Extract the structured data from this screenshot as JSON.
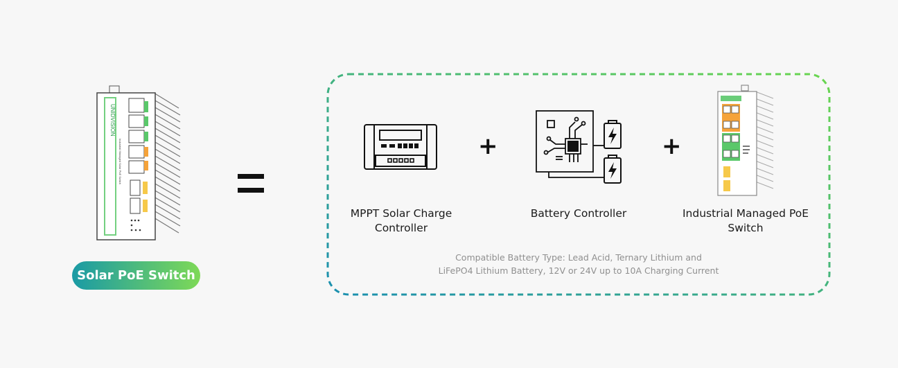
{
  "left_product": {
    "brand_text": "UNIDVISION",
    "pill_label": "Solar PoE Switch",
    "gradient_start": "#1a9aa5",
    "gradient_end": "#7ed957"
  },
  "operator_equals": "=",
  "components": [
    {
      "label_line1": "MPPT Solar Charge",
      "label_line2": "Controller",
      "icon": "mppt-controller-icon"
    },
    {
      "label_line1": "Battery Controller",
      "label_line2": "",
      "icon": "battery-controller-icon"
    },
    {
      "label_line1": "Industrial Managed PoE",
      "label_line2": "Switch",
      "icon": "industrial-switch-icon"
    }
  ],
  "plus_sign": "+",
  "note": {
    "line1": "Compatible Battery Type: Lead Acid, Ternary Lithium and",
    "line2": "LiFePO4 Lithium Battery, 12V or 24V up to 10A Charging Current"
  },
  "colors": {
    "dash_start": "#1a8fb0",
    "dash_end": "#6ad64f",
    "orange": "#f5a33a",
    "green": "#5ac86a",
    "yellow": "#f6c94a"
  }
}
